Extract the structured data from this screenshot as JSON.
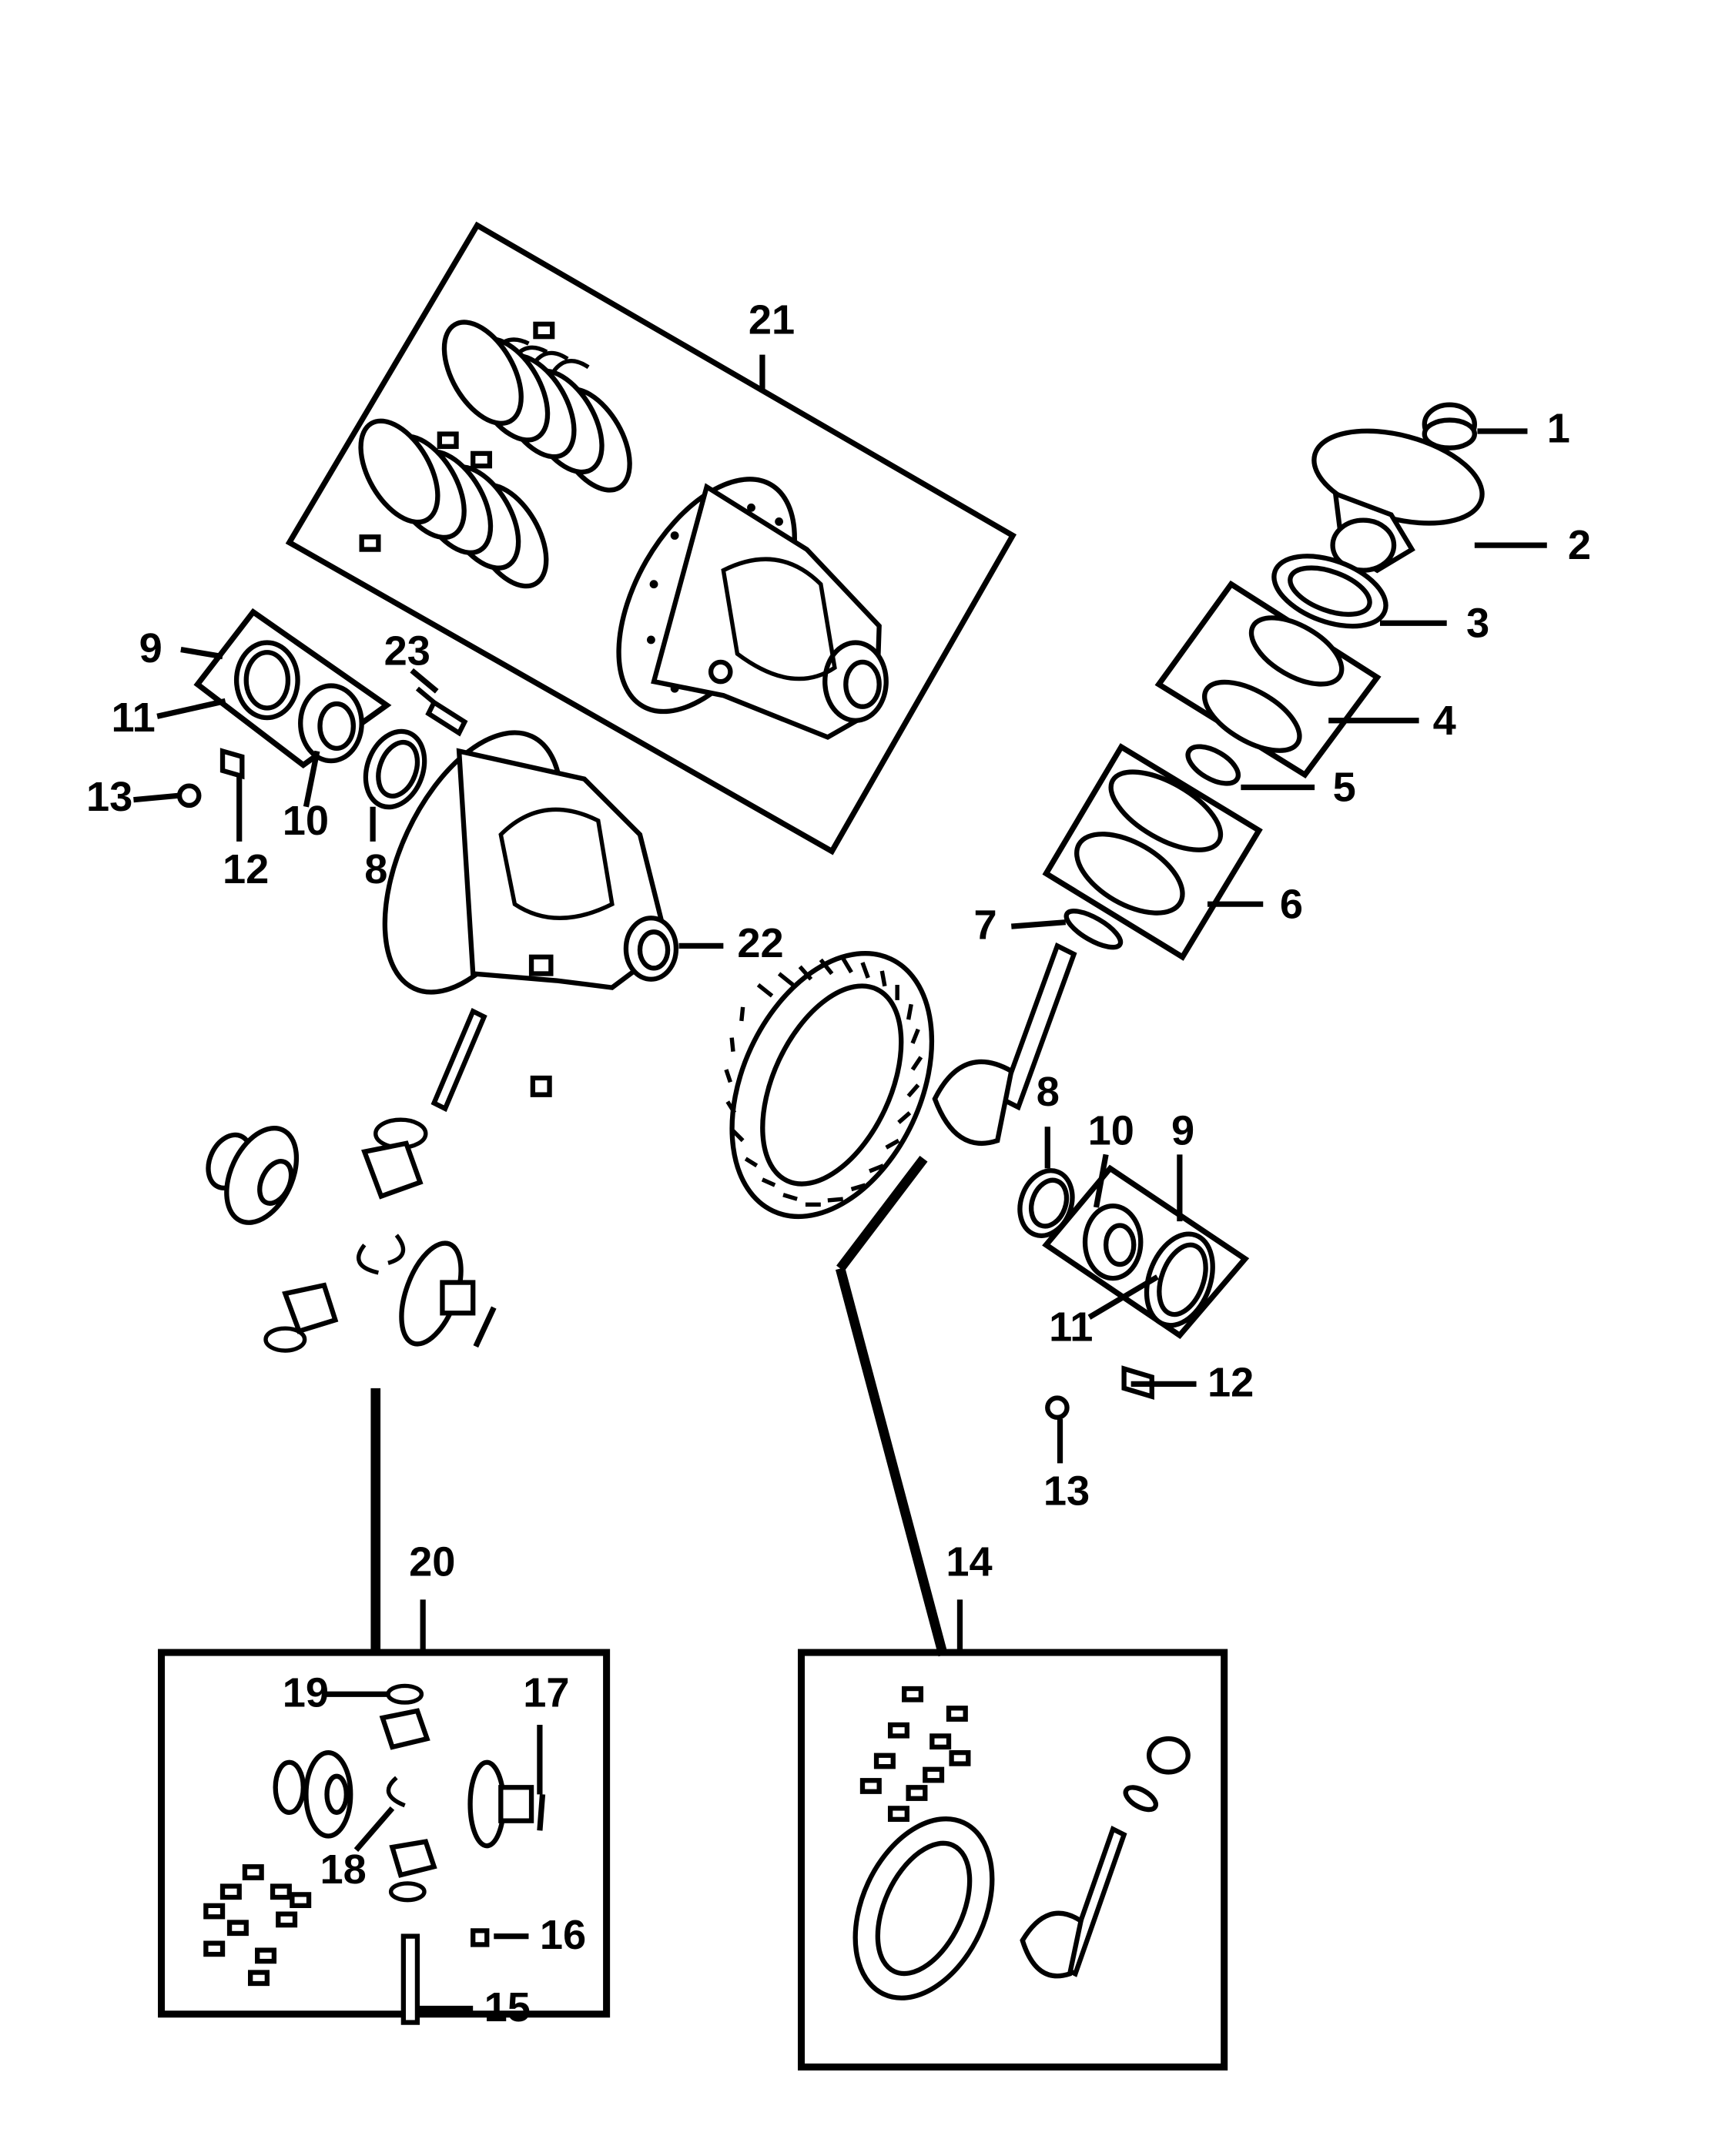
{
  "diagram": {
    "colors": {
      "ink": "#000000",
      "background": "#ffffff"
    },
    "callouts": {
      "c1": "1",
      "c2": "2",
      "c3": "3",
      "c4": "4",
      "c5": "5",
      "c6": "6",
      "c7": "7",
      "c8a": "8",
      "c8b": "8",
      "c9a": "9",
      "c9b": "9",
      "c10a": "10",
      "c10b": "10",
      "c11a": "11",
      "c11b": "11",
      "c12a": "12",
      "c12b": "12",
      "c13a": "13",
      "c13b": "13",
      "c14": "14",
      "c15": "15",
      "c16": "16",
      "c17": "17",
      "c18": "18",
      "c19": "19",
      "c20": "20",
      "c21": "21",
      "c22": "22",
      "c23": "23"
    }
  }
}
